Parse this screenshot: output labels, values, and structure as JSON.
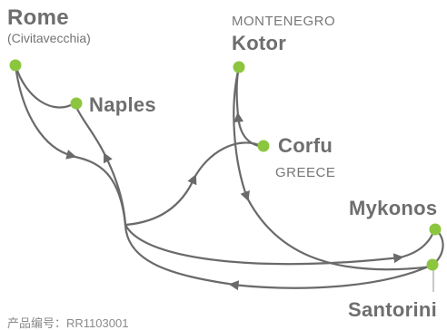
{
  "ports": {
    "rome": {
      "name": "Rome",
      "subtitle": "(Civitavecchia)"
    },
    "naples": {
      "name": "Naples"
    },
    "kotor": {
      "name": "Kotor",
      "country": "MONTENEGRO"
    },
    "corfu": {
      "name": "Corfu",
      "country": "GREECE"
    },
    "mykonos": {
      "name": "Mykonos"
    },
    "santorini": {
      "name": "Santorini"
    }
  },
  "footer": {
    "text": "产品编号：RR1103001"
  },
  "colors": {
    "port_dot": "#8cc63f",
    "route_line": "#6a6a6a",
    "text": "#6e6e6e"
  }
}
